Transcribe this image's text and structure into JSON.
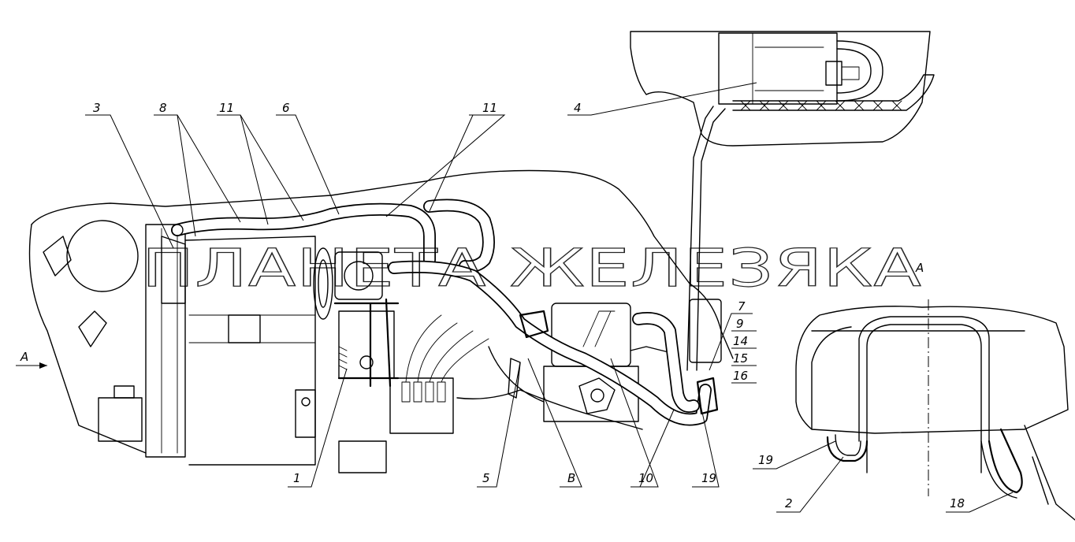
{
  "watermark": "ПЛАНЕТА ЖЕЛЕЗЯКА",
  "view_labels": {
    "arrow_view": "A",
    "section_view": "A"
  },
  "callouts": {
    "c1": "1",
    "c2": "2",
    "c3": "3",
    "c4": "4",
    "c5": "5",
    "c6": "6",
    "c7": "7",
    "c8": "8",
    "c9": "9",
    "c10": "10",
    "c11a": "11",
    "c11b": "11",
    "c14": "14",
    "c15": "15",
    "c16": "16",
    "c18": "18",
    "c19a": "19",
    "c19b": "19",
    "cB": "B"
  },
  "colors": {
    "line": "#000000",
    "background": "#ffffff"
  }
}
